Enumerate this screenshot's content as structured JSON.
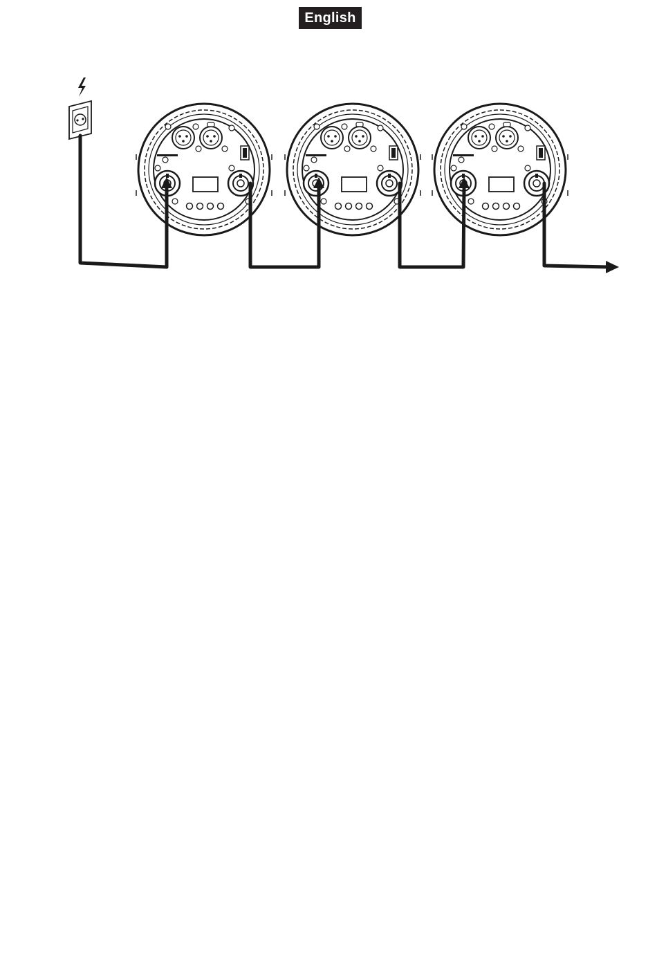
{
  "header": {
    "language_label": "English"
  },
  "diagram": {
    "icons": [
      "lightning-bolt-icon",
      "power-socket-icon",
      "arrow-right-icon"
    ],
    "fixtures": [
      {
        "name": "fixture-1"
      },
      {
        "name": "fixture-2"
      },
      {
        "name": "fixture-3"
      }
    ],
    "colors": {
      "ink": "#1a1a1a",
      "badge_bg": "#231f20",
      "badge_text": "#ffffff"
    }
  }
}
